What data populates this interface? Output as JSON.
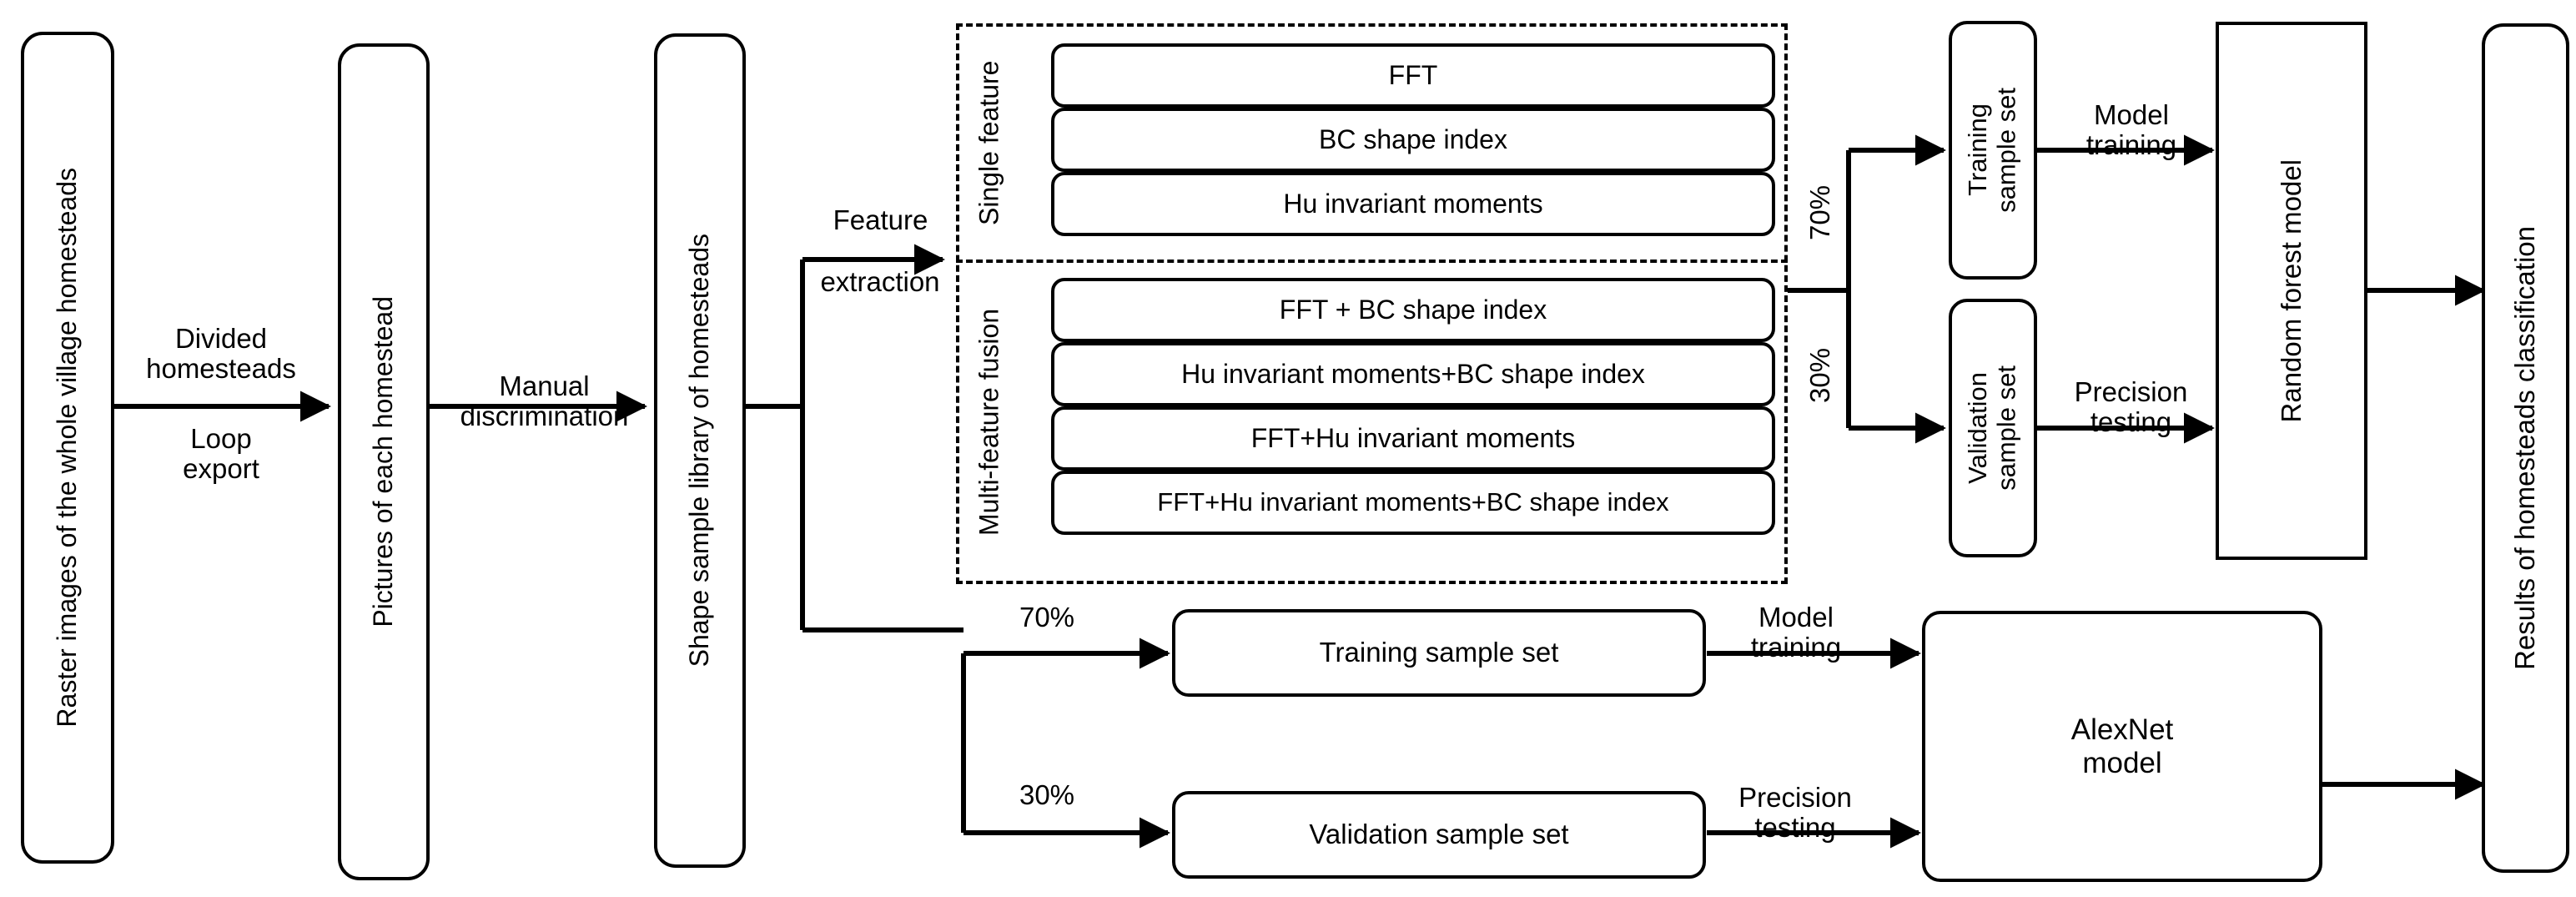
{
  "diagram": {
    "title": "Homestead shape classification workflow",
    "stroke_color": "#000000",
    "background": "#ffffff"
  },
  "stages": {
    "raster_images": "Raster images of the whole village homesteads",
    "pictures": "Pictures of  each homestead",
    "shape_library": "Shape sample library of homesteads",
    "random_forest": "Random forest model",
    "alexnet": "AlexNet\nmodel",
    "results": "Results of homesteads classification"
  },
  "feature_panel": {
    "single_feature_label": "Single feature",
    "multi_feature_label": "Multi-feature fusion",
    "single_features": [
      "FFT",
      "BC shape index",
      "Hu invariant moments"
    ],
    "fusion_features": [
      "FFT + BC shape index",
      "Hu invariant moments+BC shape index",
      "FFT+Hu invariant moments",
      "FFT+Hu invariant moments+BC shape index"
    ]
  },
  "rf_branch": {
    "training_set": "Training\nsample set",
    "validation_set": "Validation\nsample set",
    "split_train": "70%",
    "split_validate": "30%",
    "model_training": "Model\ntraining",
    "precision_testing": "Precision\ntesting"
  },
  "cnn_branch": {
    "training_set": "Training sample set",
    "validation_set": "Validation sample set",
    "split_train": "70%",
    "split_validate": "30%",
    "model_training": "Model\ntraining",
    "precision_testing": "Precision\ntesting"
  },
  "edges": {
    "divided_homesteads": "Divided\nhomesteads",
    "loop_export": "Loop\nexport",
    "manual_discrimination": "Manual\ndiscrimination",
    "feature_extraction_top": "Feature",
    "feature_extraction_bottom": "extraction"
  }
}
